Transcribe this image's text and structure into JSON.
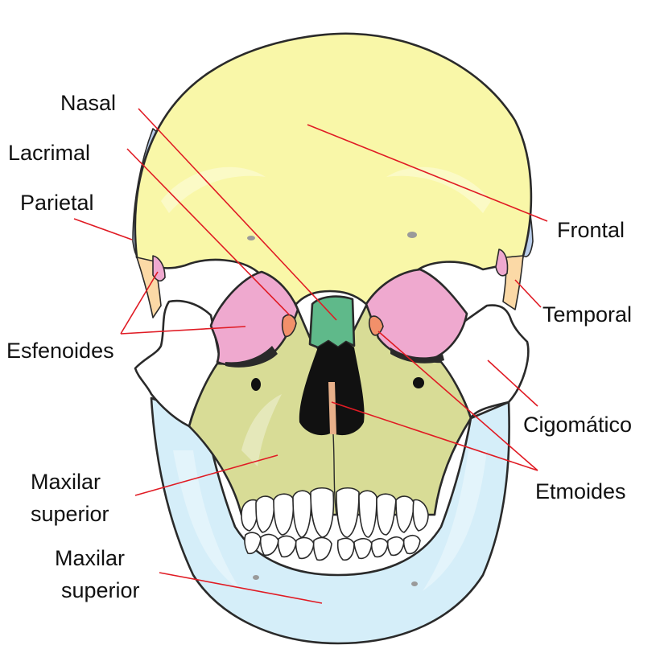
{
  "labels": {
    "nasal": "Nasal",
    "lacrimal": "Lacrimal",
    "parietal": "Parietal",
    "esfenoides": "Esfenoides",
    "maxilar_superior_1a": "Maxilar",
    "maxilar_superior_1b": "superior",
    "maxilar_superior_2a": "Maxilar",
    "maxilar_superior_2b": "superior",
    "frontal": "Frontal",
    "temporal": "Temporal",
    "cigomatico": "Cigomático",
    "etmoides": "Etmoides"
  },
  "colors": {
    "frontal": "#f9f7a8",
    "parietal": "#b9cdea",
    "temporal": "#fbd9a6",
    "esfenoides": "#efa9cf",
    "nasal": "#5fb98a",
    "lacrimal": "#f2906a",
    "etmoides": "#e8b08a",
    "maxilar": "#d8dc96",
    "cigomatico": "#ffffff",
    "mandibula": "#d5eef9",
    "leader": "#e01b24"
  }
}
